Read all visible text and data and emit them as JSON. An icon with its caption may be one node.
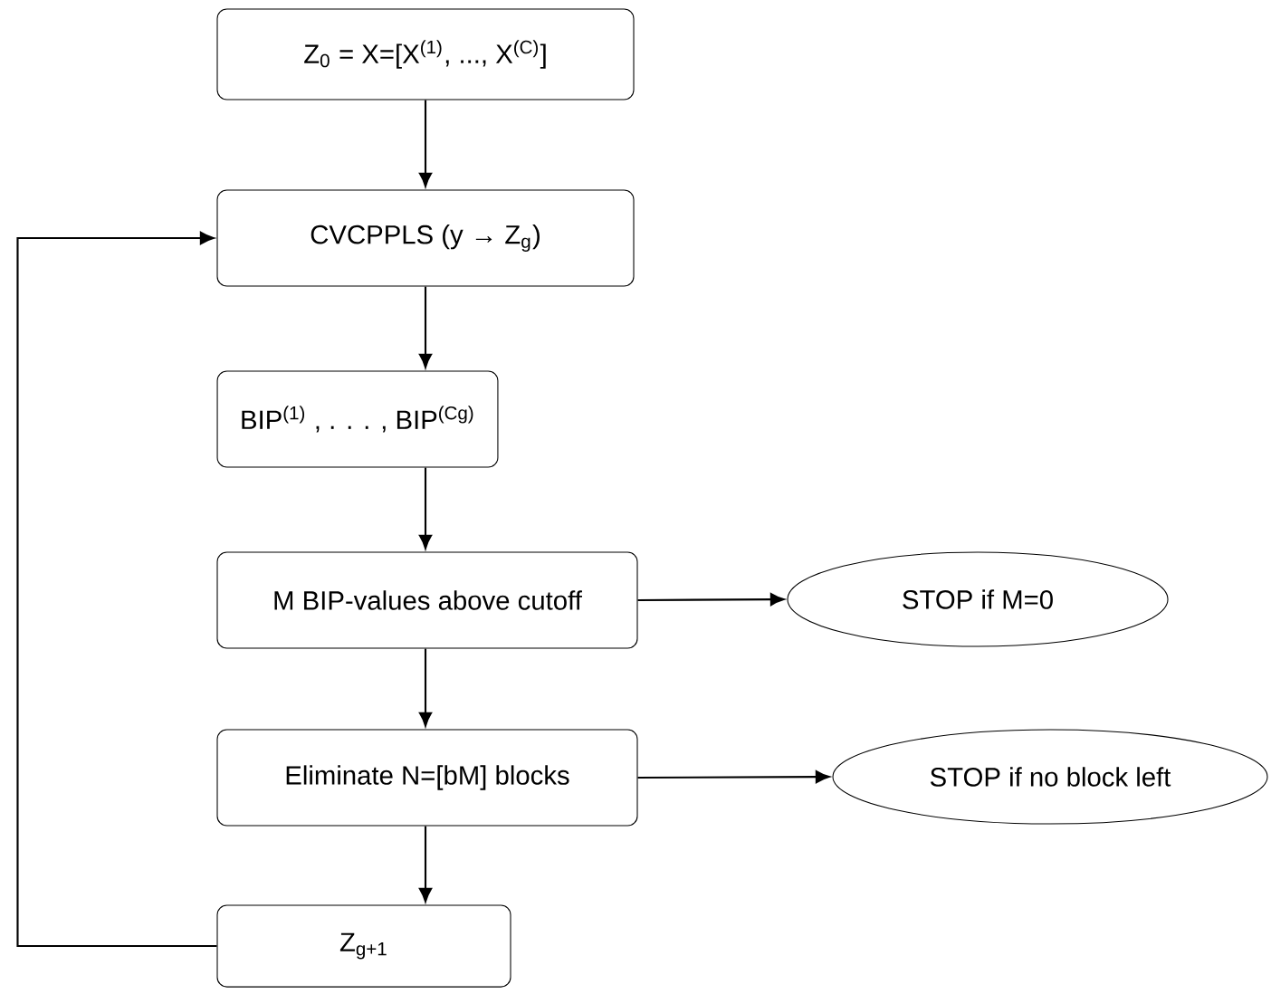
{
  "diagram": {
    "nodes": [
      {
        "text": [
          "Z$_{0}$ = X=[X$^{(1)}$, ..., X$^{(C)}$]"
        ]
      },
      {
        "text": [
          "CVCPPLS (y → Z$_{g}$)"
        ]
      },
      {
        "text": [
          "BIP$^{(1)}$ , . . . , BIP$^{(Cg)}$"
        ]
      },
      {
        "text": [
          "M BIP-values above cutoff"
        ]
      },
      {
        "text": [
          "STOP if M=0"
        ]
      },
      {
        "text": [
          "Eliminate N=[bM] blocks"
        ]
      },
      {
        "text": [
          "STOP if no block left"
        ]
      },
      {
        "text": [
          "Z$_{g+1}$"
        ]
      }
    ],
    "edges": [
      {
        "from": 0,
        "to": 1,
        "arrow": "to"
      },
      {
        "from": 1,
        "to": 2,
        "arrow": "to"
      },
      {
        "from": 2,
        "to": 3,
        "arrow": "to"
      },
      {
        "from": 3,
        "to": 4,
        "arrow": "to"
      },
      {
        "from": 3,
        "to": 5,
        "arrow": "to"
      },
      {
        "from": 5,
        "to": 6,
        "arrow": "to"
      },
      {
        "from": 5,
        "to": 7,
        "arrow": "to"
      },
      {
        "from": 7,
        "to": 1,
        "arrow": "to"
      }
    ]
  }
}
